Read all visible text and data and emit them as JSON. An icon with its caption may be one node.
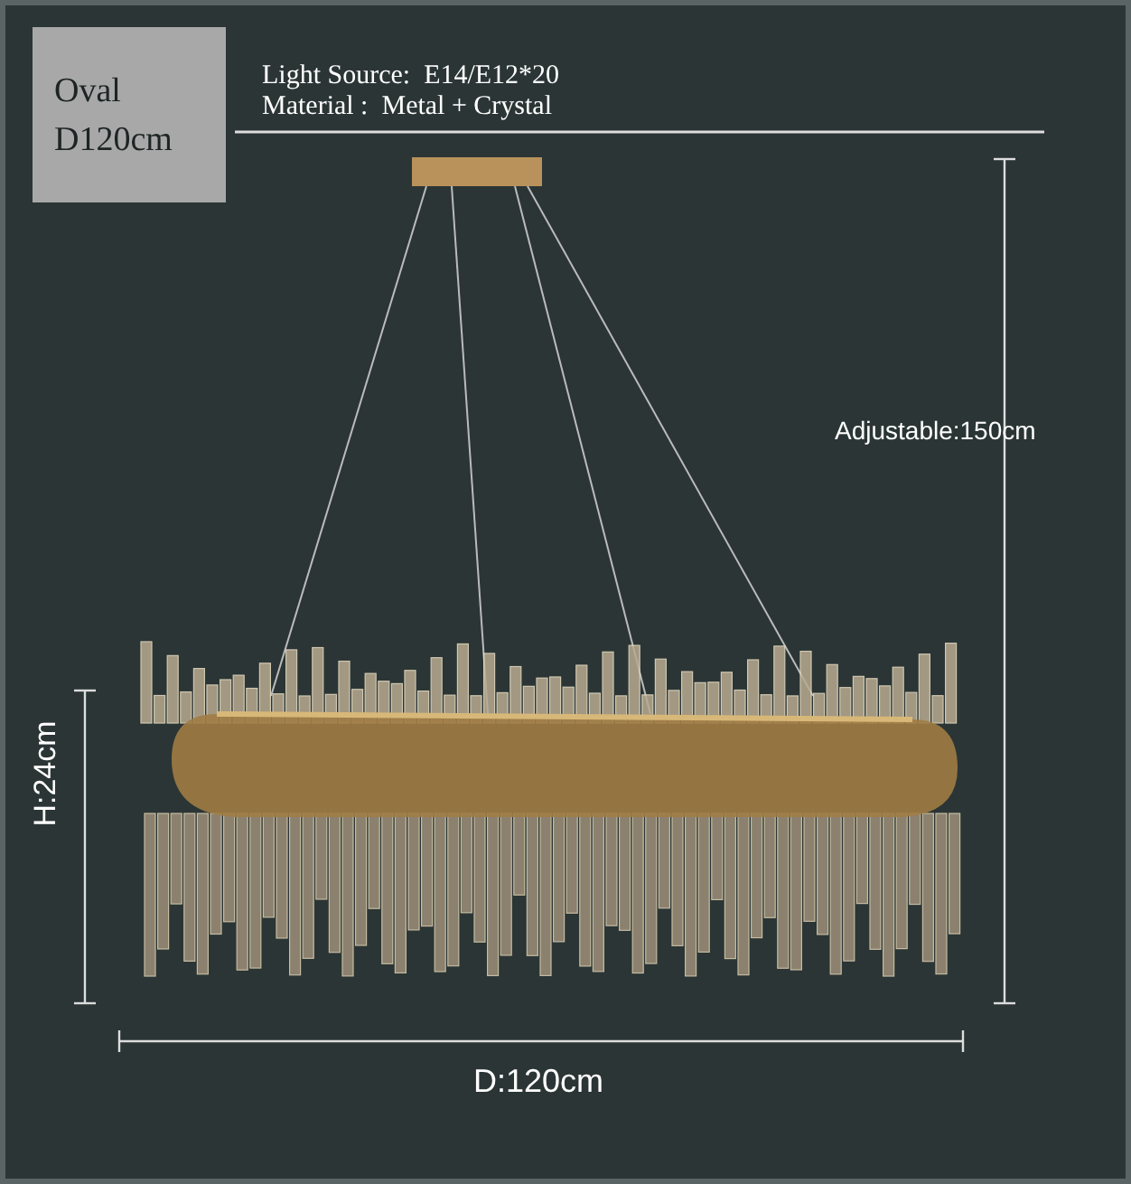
{
  "diagram": {
    "nodes": [
      {
        "text": [
          "Oval D120cm"
        ]
      }
    ],
    "labels": [
      "Light Source:  E14/E12*20",
      "Material :  Metal + Crystal",
      "Adjustable:150cm",
      "H:24cm",
      "D:120cm"
    ]
  }
}
